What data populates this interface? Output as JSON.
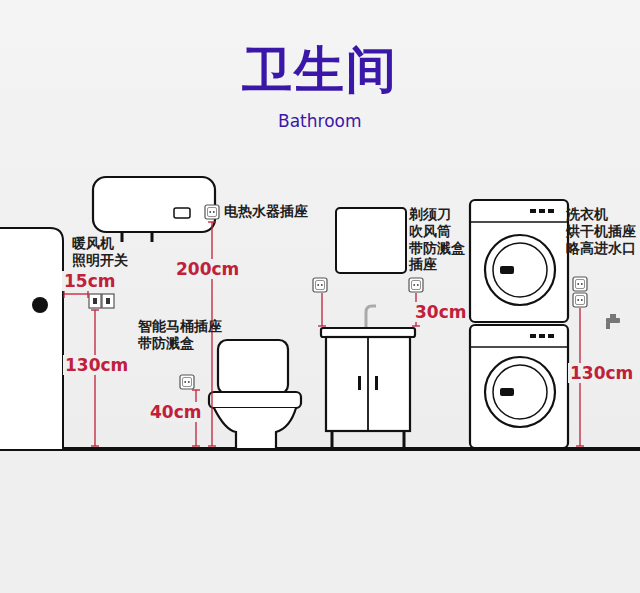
{
  "diagram": {
    "title": "卫生间",
    "labels": [
      "Bathroom",
      "电热水器插座",
      "剃须刀 吹风筒 带防溅盒 插座",
      "洗衣机 烘干机插座 略高进水口",
      "暖风机 照明开关",
      "200cm",
      "15cm",
      "30cm",
      "智能马桶插座 带防溅盒",
      "130cm",
      "130cm",
      "40cm"
    ]
  }
}
